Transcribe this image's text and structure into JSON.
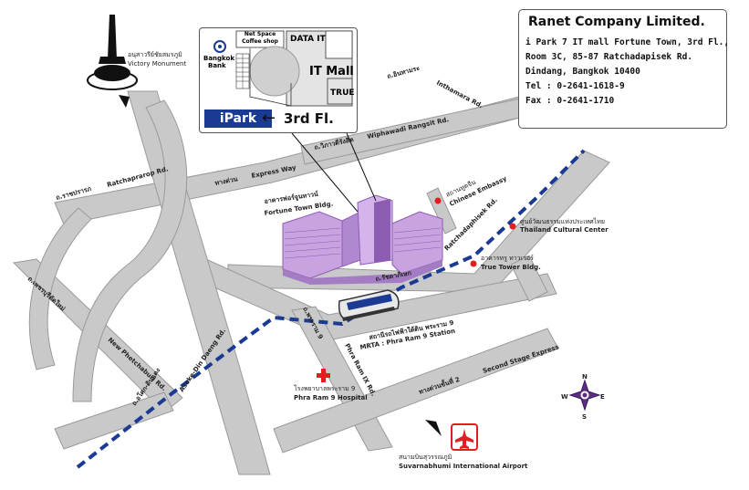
{
  "company": {
    "name": "Ranet Company Limited.",
    "address_lines": [
      "i Park 7 IT mall Fortune Town, 3rd Fl.,",
      "Room 3C, 85-87 Ratchadapisek Rd.",
      "Dindang, Bangkok 10400",
      "Tel  :  0-2641-1618-9",
      "Fax  :  0-2641-1710"
    ]
  },
  "inset": {
    "net_space": "Net Space",
    "coffee_shop": "Coffee shop",
    "data_it": "DATA IT",
    "bank_name_1": "Bangkok",
    "bank_name_2": "Bank",
    "it_mall": "IT  Mall",
    "true_store": "TRUE",
    "ipark": "iPark",
    "floor": "3rd  Fl."
  },
  "landmarks": {
    "victory_th": "อนุสาวรีย์ชัยสมรภูมิ",
    "victory_en": "Victory Monument",
    "fortune_th": "อาคารฟอร์จูนทาวน์",
    "fortune_en": "Fortune Town Bldg.",
    "embassy_th": "สถานทูตจีน",
    "embassy_en": "Chinese Embassy",
    "cultural_th": "ศูนย์วัฒนธรรมแห่งประเทศไทย",
    "cultural_en": "Thailand Cultural Center",
    "truetower_th": "อาคารทรู ทาวเวอร์",
    "truetower_en": "True Tower Bldg.",
    "mrt_th": "สถานีรถไฟฟ้าใต้ดิน พระราม 9",
    "mrt_en": "MRTA : Phra Ram 9 Station",
    "hospital_th": "โรงพยาบาลพระราม 9",
    "hospital_en": "Phra Ram 9 Hospital",
    "airport_th": "สนามบินสุวรรณภูมิ",
    "airport_en": "Suvarnabhumi International Airport"
  },
  "roads": {
    "inthamara_th": "ถ.อินทามระ",
    "inthamara_en": "Inthamara Rd.",
    "wiphawadi_th": "ถ.วิภาวดีรังสิต",
    "wiphawadi_en": "Wiphawadi Rangsit Rd.",
    "expressway_th": "ทางด่วน",
    "expressway_en": "Express Way",
    "ratchaprarop_th": "ถ.ราชปรารภ",
    "ratchaprarop_en": "Ratchaprarop Rd.",
    "ratchadapisek_en": "Ratchadaphisek Rd.",
    "ratchadapisek_th": "ถ.รัชดาภิเษก",
    "phetchaburi_th": "ถ.เพชรบุรีตัดใหม่",
    "phetchaburi_en": "New Phetchaburi Rd.",
    "asoke_th": "ถ.อโศก-ดินแดง",
    "asoke_en": "Asoke-Din Daeng Rd.",
    "rama9_th": "ถ.พระราม 9",
    "rama9_en": "Phra Ram IX Rd.",
    "second_stage_th": "ทางด่วนขั้นที่ 2",
    "second_stage_en": "Second Stage Express"
  },
  "compass": {
    "n": "N",
    "s": "S",
    "e": "E",
    "w": "W"
  },
  "colors": {
    "road": "#c9c9c9",
    "road_edge": "#9a9a9a",
    "building": "#c9a2e0",
    "building_dark": "#8d5cb3",
    "mrt_line": "#1a3a94",
    "label_blue": "#1a3a94",
    "marker_red": "#e02020",
    "compass": "#5a2e82"
  }
}
